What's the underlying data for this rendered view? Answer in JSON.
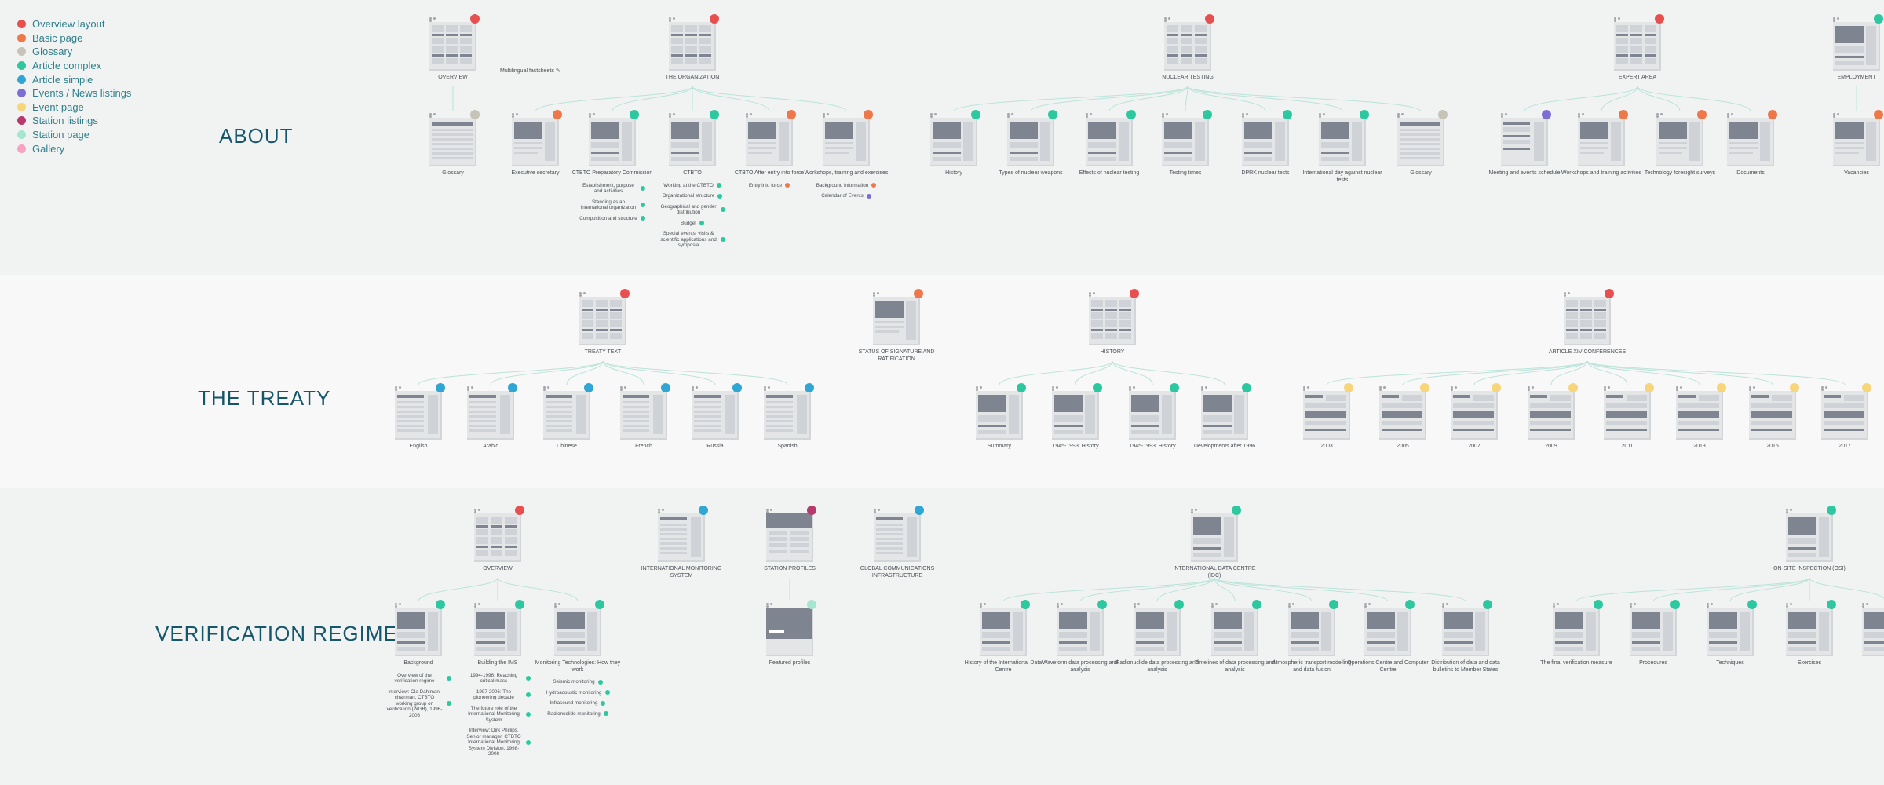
{
  "types": {
    "overview": {
      "label": "Overview layout",
      "color": "#e84f4f"
    },
    "basic": {
      "label": "Basic page",
      "color": "#ee7849"
    },
    "glossary": {
      "label": "Glossary",
      "color": "#c7c3b6"
    },
    "complex": {
      "label": "Article complex",
      "color": "#2ec8a0"
    },
    "simple": {
      "label": "Article simple",
      "color": "#2fa6d3"
    },
    "events": {
      "label": "Events / News listings",
      "color": "#7c6cd6"
    },
    "event": {
      "label": "Event page",
      "color": "#f7d57b"
    },
    "stations": {
      "label": "Station listings",
      "color": "#b73a6c"
    },
    "station": {
      "label": "Station page",
      "color": "#a6e5d0"
    },
    "gallery": {
      "label": "Gallery",
      "color": "#f5a3c1"
    }
  },
  "legend": [
    "overview",
    "basic",
    "glossary",
    "complex",
    "simple",
    "events",
    "event",
    "stations",
    "station",
    "gallery"
  ],
  "sections": [
    {
      "id": "about",
      "title": "ABOUT"
    },
    {
      "id": "treaty",
      "title": "THE TREATY"
    },
    {
      "id": "verif",
      "title": "VERIFICATION REGIME"
    }
  ],
  "nodes": [
    {
      "id": "ab-overview",
      "type": "overview",
      "layout": "overview",
      "label": "OVERVIEW",
      "note": "Multilingual factsheets ✎"
    },
    {
      "id": "ab-org",
      "type": "overview",
      "layout": "overview",
      "label": "THE ORGANIZATION"
    },
    {
      "id": "ab-nt",
      "type": "overview",
      "layout": "overview",
      "label": "NUCLEAR TESTING"
    },
    {
      "id": "ab-expert",
      "type": "overview",
      "layout": "overview",
      "label": "EXPERT AREA"
    },
    {
      "id": "ab-employ",
      "type": "complex",
      "layout": "complex",
      "label": "EMPLOYMENT"
    },
    {
      "id": "ab-glossary",
      "type": "glossary",
      "layout": "glossary",
      "label": "Glossary"
    },
    {
      "id": "ab-exec",
      "type": "basic",
      "layout": "basic",
      "label": "Executive secretary"
    },
    {
      "id": "ab-prepcom",
      "type": "complex",
      "layout": "complex",
      "label": "CTBTO Preparatory Commission",
      "subs": [
        {
          "t": "Establishment, purpose and activities",
          "k": "complex"
        },
        {
          "t": "Standing as an international organization",
          "k": "complex"
        },
        {
          "t": "Composition and structure",
          "k": "complex"
        }
      ]
    },
    {
      "id": "ab-ctbto",
      "type": "complex",
      "layout": "complex",
      "label": "CTBTO",
      "subs": [
        {
          "t": "Working at the CTBTO",
          "k": "complex"
        },
        {
          "t": "Organizational structure",
          "k": "complex"
        },
        {
          "t": "Geographical and gender distribution",
          "k": "complex"
        },
        {
          "t": "Budget",
          "k": "complex"
        },
        {
          "t": "Special events, visits & scientific applications and symposia",
          "k": "complex"
        }
      ]
    },
    {
      "id": "ab-eif",
      "type": "basic",
      "layout": "basic",
      "label": "CTBTO After entry into force",
      "subs": [
        {
          "t": "Entry into force",
          "k": "basic"
        }
      ]
    },
    {
      "id": "ab-workshops",
      "type": "basic",
      "layout": "basic",
      "label": "Workshops, training and exercises",
      "subs": [
        {
          "t": "Background information",
          "k": "basic"
        },
        {
          "t": "Calendar of Events",
          "k": "events"
        }
      ]
    },
    {
      "id": "ab-history",
      "type": "complex",
      "layout": "complex",
      "label": "History"
    },
    {
      "id": "ab-types",
      "type": "complex",
      "layout": "complex",
      "label": "Types of nuclear weapons"
    },
    {
      "id": "ab-effects",
      "type": "complex",
      "layout": "complex",
      "label": "Effects of nuclear testing"
    },
    {
      "id": "ab-timeline",
      "type": "complex",
      "layout": "complex",
      "label": "Testing times"
    },
    {
      "id": "ab-dprk",
      "type": "complex",
      "layout": "complex",
      "label": "DPRK nuclear tests"
    },
    {
      "id": "ab-intlday",
      "type": "complex",
      "layout": "complex",
      "label": "International day against nuclear tests"
    },
    {
      "id": "ab-glossary2",
      "type": "glossary",
      "layout": "glossary",
      "label": "Glossary"
    },
    {
      "id": "ab-meeting",
      "type": "events",
      "layout": "events",
      "label": "Meeting and events schedule"
    },
    {
      "id": "ab-wta",
      "type": "basic",
      "layout": "basic",
      "label": "Workshops and training activities"
    },
    {
      "id": "ab-tech",
      "type": "basic",
      "layout": "basic",
      "label": "Technology foresight surveys"
    },
    {
      "id": "ab-docs",
      "type": "basic",
      "layout": "basic",
      "label": "Documents"
    },
    {
      "id": "ab-vac",
      "type": "basic",
      "layout": "basic",
      "label": "Vacancies"
    },
    {
      "id": "tr-text",
      "type": "overview",
      "layout": "overview",
      "label": "TREATY TEXT"
    },
    {
      "id": "tr-status",
      "type": "basic",
      "layout": "basic",
      "label": "STATUS OF SIGNATURE AND RATIFICATION"
    },
    {
      "id": "tr-history",
      "type": "overview",
      "layout": "overview",
      "label": "HISTORY"
    },
    {
      "id": "tr-art14",
      "type": "overview",
      "layout": "overview",
      "label": "ARTICLE XIV CONFERENCES"
    },
    {
      "id": "tr-en",
      "type": "simple",
      "layout": "simple",
      "label": "English"
    },
    {
      "id": "tr-ar",
      "type": "simple",
      "layout": "simple",
      "label": "Arabic"
    },
    {
      "id": "tr-zh",
      "type": "simple",
      "layout": "simple",
      "label": "Chinese"
    },
    {
      "id": "tr-fr",
      "type": "simple",
      "layout": "simple",
      "label": "French"
    },
    {
      "id": "tr-ru",
      "type": "simple",
      "layout": "simple",
      "label": "Russia"
    },
    {
      "id": "tr-es",
      "type": "simple",
      "layout": "simple",
      "label": "Spanish"
    },
    {
      "id": "tr-sum",
      "type": "complex",
      "layout": "complex",
      "label": "Summary"
    },
    {
      "id": "tr-h1",
      "type": "complex",
      "layout": "complex",
      "label": "1945-1993: History"
    },
    {
      "id": "tr-h2",
      "type": "complex",
      "layout": "complex",
      "label": "1945-1993: History"
    },
    {
      "id": "tr-dev",
      "type": "complex",
      "layout": "complex",
      "label": "Developments after 1996"
    },
    {
      "id": "tr-2003",
      "type": "event",
      "layout": "event",
      "label": "2003"
    },
    {
      "id": "tr-2005",
      "type": "event",
      "layout": "event",
      "label": "2005"
    },
    {
      "id": "tr-2007",
      "type": "event",
      "layout": "event",
      "label": "2007"
    },
    {
      "id": "tr-2009",
      "type": "event",
      "layout": "event",
      "label": "2009"
    },
    {
      "id": "tr-2011",
      "type": "event",
      "layout": "event",
      "label": "2011"
    },
    {
      "id": "tr-2013",
      "type": "event",
      "layout": "event",
      "label": "2013"
    },
    {
      "id": "tr-2015",
      "type": "event",
      "layout": "event",
      "label": "2015"
    },
    {
      "id": "tr-2017",
      "type": "event",
      "layout": "event",
      "label": "2017"
    },
    {
      "id": "vr-overview",
      "type": "overview",
      "layout": "overview",
      "label": "OVERVIEW"
    },
    {
      "id": "vr-ims",
      "type": "simple",
      "layout": "simple",
      "label": "INTERNATIONAL MONITORING SYSTEM"
    },
    {
      "id": "vr-stations",
      "type": "stations",
      "layout": "stations",
      "label": "STATION PROFILES"
    },
    {
      "id": "vr-gci",
      "type": "simple",
      "layout": "simple",
      "label": "GLOBAL COMMUNICATIONS INFRASTRUCTURE"
    },
    {
      "id": "vr-idc",
      "type": "complex",
      "layout": "complex",
      "label": "INTERNATIONAL DATA CENTRE (IDC)"
    },
    {
      "id": "vr-osi",
      "type": "complex",
      "layout": "complex",
      "label": "ON-SITE INSPECTION (OSI)"
    },
    {
      "id": "vr-bg",
      "type": "complex",
      "layout": "complex",
      "label": "Background",
      "subs": [
        {
          "t": "Overview of the verification regime",
          "k": "complex"
        },
        {
          "t": "Interview: Ola Dahlman, chairman, CTBTO working group on verification (WGB), 1996-2006",
          "k": "complex"
        }
      ]
    },
    {
      "id": "vr-build",
      "type": "complex",
      "layout": "complex",
      "label": "Building the IMS",
      "subs": [
        {
          "t": "1994-1996: Reaching critical mass",
          "k": "complex"
        },
        {
          "t": "1997-2006: The pioneering decade",
          "k": "complex"
        },
        {
          "t": "The future role of the International Monitoring System",
          "k": "complex"
        },
        {
          "t": "Interview: Dirk Phillips, Senior manager, CTBTO International Monitoring System Division, 1998-2008",
          "k": "complex"
        }
      ]
    },
    {
      "id": "vr-mt",
      "type": "complex",
      "layout": "complex",
      "label": "Monitoring Technologies: How they work",
      "subs": [
        {
          "t": "Seismic monitoring",
          "k": "complex"
        },
        {
          "t": "Hydroacoustic monitoring",
          "k": "complex"
        },
        {
          "t": "Infrasound monitoring",
          "k": "complex"
        },
        {
          "t": "Radionuclide monitoring",
          "k": "complex"
        }
      ]
    },
    {
      "id": "vr-featured",
      "type": "station",
      "layout": "station",
      "label": "Featured profiles"
    },
    {
      "id": "vr-idc1",
      "type": "complex",
      "layout": "complex",
      "label": "History of the International Data Centre"
    },
    {
      "id": "vr-idc2",
      "type": "complex",
      "layout": "complex",
      "label": "Waveform data processing and analysis"
    },
    {
      "id": "vr-idc3",
      "type": "complex",
      "layout": "complex",
      "label": "Radionuclide data processing and analysis"
    },
    {
      "id": "vr-idc4",
      "type": "complex",
      "layout": "complex",
      "label": "Timelines of data processing and analysis"
    },
    {
      "id": "vr-idc5",
      "type": "complex",
      "layout": "complex",
      "label": "Atmospheric transport modelling and data fusion"
    },
    {
      "id": "vr-idc6",
      "type": "complex",
      "layout": "complex",
      "label": "Operations Centre and Computer Centre"
    },
    {
      "id": "vr-idc7",
      "type": "complex",
      "layout": "complex",
      "label": "Distribution of data and data bulletins to Member States"
    },
    {
      "id": "vr-osi1",
      "type": "complex",
      "layout": "complex",
      "label": "The final verification measure"
    },
    {
      "id": "vr-osi2",
      "type": "complex",
      "layout": "complex",
      "label": "Procedures"
    },
    {
      "id": "vr-osi3",
      "type": "complex",
      "layout": "complex",
      "label": "Techniques"
    },
    {
      "id": "vr-osi4",
      "type": "complex",
      "layout": "complex",
      "label": "Exercises"
    },
    {
      "id": "vr-osi5",
      "type": "complex",
      "layout": "complex",
      "label": ""
    }
  ],
  "edges": [
    [
      "ab-overview",
      "ab-glossary"
    ],
    [
      "ab-org",
      "ab-exec"
    ],
    [
      "ab-org",
      "ab-prepcom"
    ],
    [
      "ab-org",
      "ab-ctbto"
    ],
    [
      "ab-org",
      "ab-eif"
    ],
    [
      "ab-org",
      "ab-workshops"
    ],
    [
      "ab-nt",
      "ab-history"
    ],
    [
      "ab-nt",
      "ab-types"
    ],
    [
      "ab-nt",
      "ab-effects"
    ],
    [
      "ab-nt",
      "ab-timeline"
    ],
    [
      "ab-nt",
      "ab-dprk"
    ],
    [
      "ab-nt",
      "ab-intlday"
    ],
    [
      "ab-nt",
      "ab-glossary2"
    ],
    [
      "ab-expert",
      "ab-meeting"
    ],
    [
      "ab-expert",
      "ab-wta"
    ],
    [
      "ab-expert",
      "ab-tech"
    ],
    [
      "ab-expert",
      "ab-docs"
    ],
    [
      "ab-employ",
      "ab-vac"
    ],
    [
      "tr-text",
      "tr-en"
    ],
    [
      "tr-text",
      "tr-ar"
    ],
    [
      "tr-text",
      "tr-zh"
    ],
    [
      "tr-text",
      "tr-fr"
    ],
    [
      "tr-text",
      "tr-ru"
    ],
    [
      "tr-text",
      "tr-es"
    ],
    [
      "tr-history",
      "tr-sum"
    ],
    [
      "tr-history",
      "tr-h1"
    ],
    [
      "tr-history",
      "tr-h2"
    ],
    [
      "tr-history",
      "tr-dev"
    ],
    [
      "tr-art14",
      "tr-2003"
    ],
    [
      "tr-art14",
      "tr-2005"
    ],
    [
      "tr-art14",
      "tr-2007"
    ],
    [
      "tr-art14",
      "tr-2009"
    ],
    [
      "tr-art14",
      "tr-2011"
    ],
    [
      "tr-art14",
      "tr-2013"
    ],
    [
      "tr-art14",
      "tr-2015"
    ],
    [
      "tr-art14",
      "tr-2017"
    ],
    [
      "vr-overview",
      "vr-bg"
    ],
    [
      "vr-overview",
      "vr-build"
    ],
    [
      "vr-overview",
      "vr-mt"
    ],
    [
      "vr-stations",
      "vr-featured"
    ],
    [
      "vr-idc",
      "vr-idc1"
    ],
    [
      "vr-idc",
      "vr-idc2"
    ],
    [
      "vr-idc",
      "vr-idc3"
    ],
    [
      "vr-idc",
      "vr-idc4"
    ],
    [
      "vr-idc",
      "vr-idc5"
    ],
    [
      "vr-idc",
      "vr-idc6"
    ],
    [
      "vr-idc",
      "vr-idc7"
    ],
    [
      "vr-osi",
      "vr-osi1"
    ],
    [
      "vr-osi",
      "vr-osi2"
    ],
    [
      "vr-osi",
      "vr-osi3"
    ],
    [
      "vr-osi",
      "vr-osi4"
    ],
    [
      "vr-osi",
      "vr-osi5"
    ]
  ]
}
